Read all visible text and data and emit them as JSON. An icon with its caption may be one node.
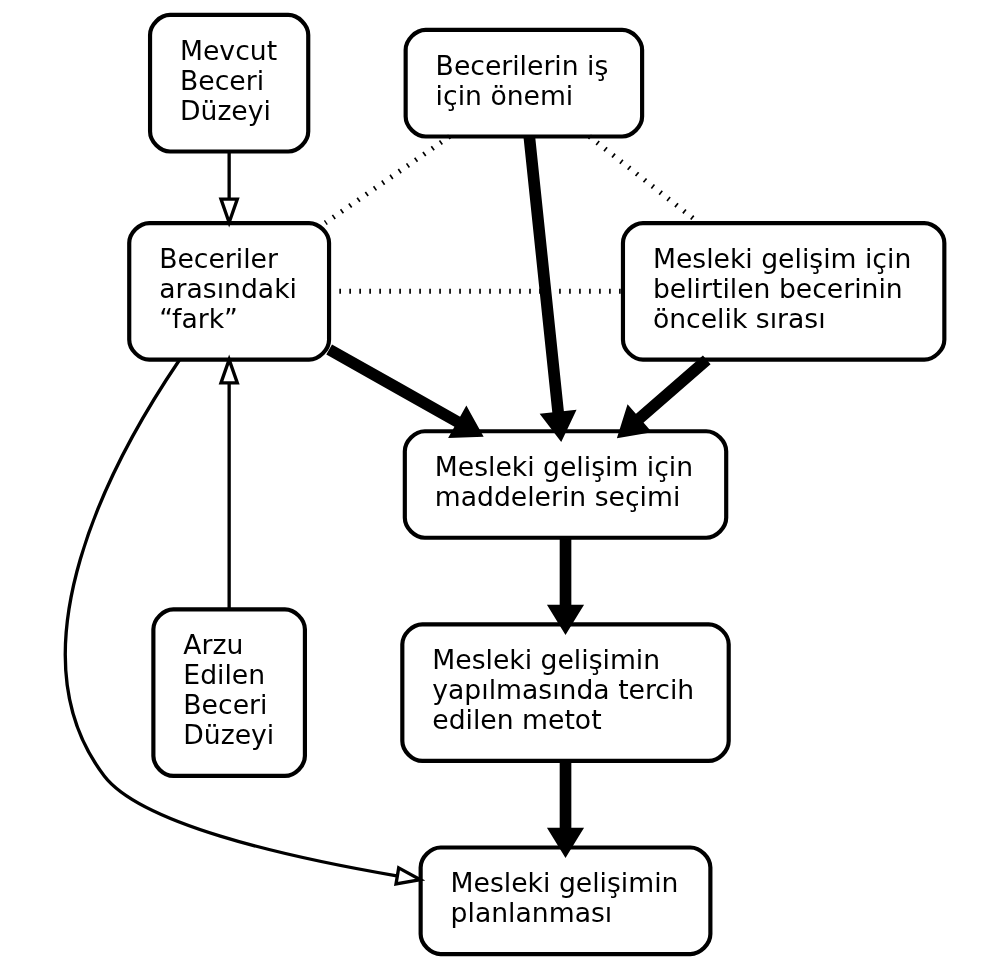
{
  "diagram": {
    "nodes": [
      {
        "text": [
          "Mevcut Beceri Düzeyi"
        ]
      },
      {
        "text": [
          "Becerilerin iş için önemi"
        ]
      },
      {
        "text": [
          "Beceriler arasındaki “fark”"
        ]
      },
      {
        "text": [
          "Mesleki gelişim için belirtilen becerinin öncelik sırası"
        ]
      },
      {
        "text": [
          "Mesleki gelişim için maddelerin seçimi"
        ]
      },
      {
        "text": [
          "Arzu Edilen Beceri Düzeyi"
        ]
      },
      {
        "text": [
          "Mesleki gelişimin yapılmasında tercih edilen metot"
        ]
      },
      {
        "text": [
          "Mesleki gelişimin planlanması"
        ]
      }
    ],
    "edges": [
      {
        "from": 0,
        "to": 2,
        "arrow": "to"
      },
      {
        "from": 5,
        "to": 2,
        "arrow": "to"
      },
      {
        "from": 1,
        "to": 2,
        "arrow": "none",
        "style": "dashed"
      },
      {
        "from": 1,
        "to": 3,
        "arrow": "none",
        "style": "dashed"
      },
      {
        "from": 2,
        "to": 3,
        "arrow": "none",
        "style": "dashed"
      },
      {
        "from": 1,
        "to": 4,
        "arrow": "to",
        "style": "thick"
      },
      {
        "from": 2,
        "to": 4,
        "arrow": "to",
        "style": "thick"
      },
      {
        "from": 3,
        "to": 4,
        "arrow": "to",
        "style": "thick"
      },
      {
        "from": 4,
        "to": 6,
        "arrow": "to",
        "style": "thick"
      },
      {
        "from": 6,
        "to": 7,
        "arrow": "to",
        "style": "thick"
      },
      {
        "from": 2,
        "to": 7,
        "arrow": "to"
      }
    ]
  }
}
